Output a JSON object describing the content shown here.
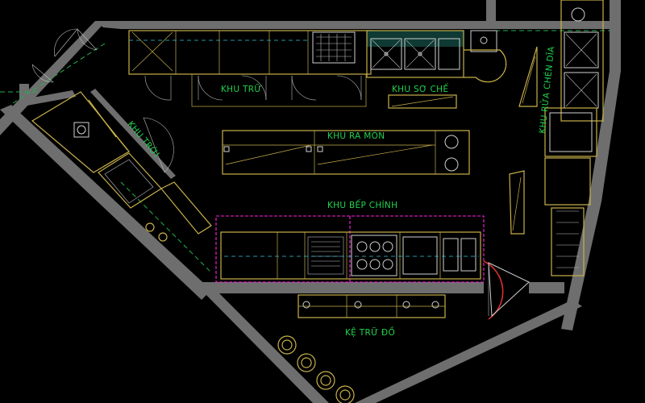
{
  "labels": {
    "storage_zone": "KHU TRỮ",
    "prep_zone": "KHU SƠ CHẾ",
    "dish_zone": "KHU RỬA CHÉN DĨA",
    "service_zone": "KHU RA MÓN",
    "main_kitchen": "KHU BẾP CHÍNH",
    "storage_shelf": "KỆ TRỮ ĐỒ",
    "misc_zone": "KHU TRỜI"
  },
  "colors": {
    "background": "#000000",
    "wall": "#6e6e6e",
    "fixture": "#c8b04a",
    "text": "#22d14c",
    "zone_outline": "#ff1fe0",
    "door_swing": "#d83030"
  }
}
